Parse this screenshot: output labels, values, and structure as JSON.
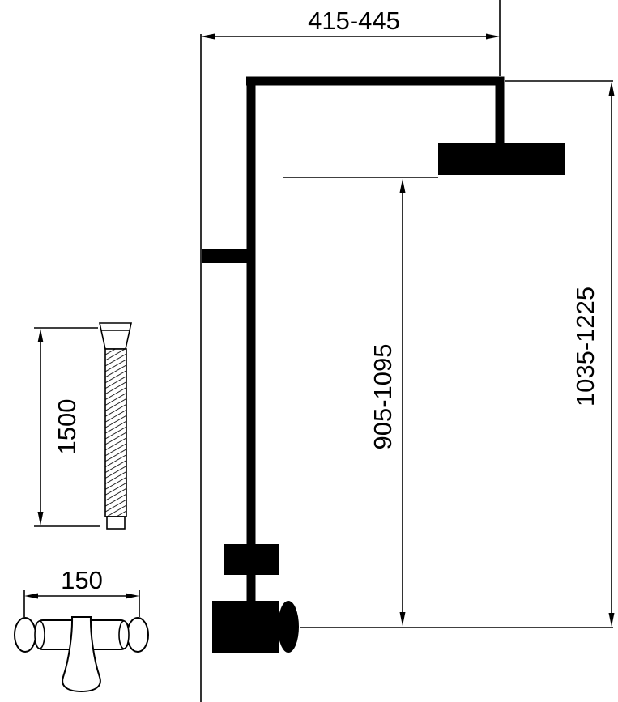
{
  "dimensions": {
    "top_width": "415-445",
    "overall_height": "1035-1225",
    "head_height": "905-1095",
    "hose_length": "1500",
    "mixer_width": "150"
  },
  "colors": {
    "line": "#000000",
    "fill": "#000000",
    "background": "#ffffff"
  }
}
